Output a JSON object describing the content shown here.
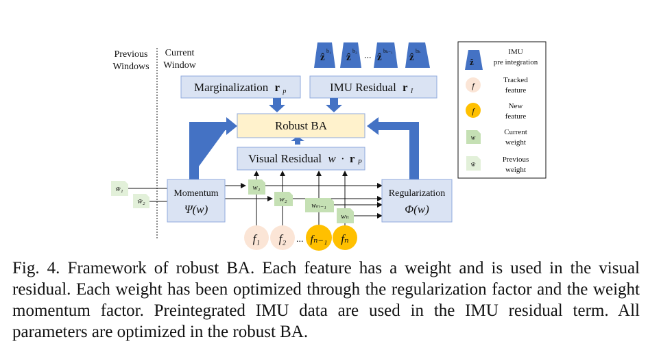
{
  "windows": {
    "previous_line1": "Previous",
    "previous_line2": "Windows",
    "current_line1": "Current",
    "current_line2": "Window"
  },
  "boxes": {
    "marginalization": {
      "label": "Marginalization",
      "math": "r",
      "sub": "p"
    },
    "imu_residual": {
      "label": "IMU Residual",
      "math": "r",
      "sub": "I"
    },
    "robust_ba": "Robust BA",
    "visual_residual": {
      "label": "Visual Residual",
      "math_w": "w",
      "dot": "·",
      "math_r": "r",
      "sub": "P"
    },
    "momentum": {
      "label": "Momentum",
      "math": "Ψ(w)"
    },
    "regularization": {
      "label": "Regularization",
      "math": "Φ(w)"
    }
  },
  "imu_tokens": [
    {
      "base": "ẑ",
      "sup": "b₁",
      "sub": "b₂"
    },
    {
      "base": "ẑ",
      "sup": "b₂",
      "sub": "b₃"
    },
    {
      "base": "ẑ",
      "sup": "bₖ₋₁",
      "sub": "bₖ"
    },
    {
      "base": "ẑ",
      "sup": "bₖ",
      "sub": "bₖ₊₁"
    }
  ],
  "imu_ellipsis": "...",
  "prev_weights": [
    "w̄₁",
    "w̄₂"
  ],
  "current_weights": [
    "w₁",
    "w₂",
    "wₘ₋₁",
    "wₙ"
  ],
  "features": [
    "f₁",
    "f₂",
    "fₙ₋₁",
    "fₙ"
  ],
  "feature_ellipsis": "...",
  "legend": {
    "imu": {
      "line1": "IMU",
      "line2": "pre integration",
      "icon_text": "ẑ"
    },
    "tracked": {
      "line1": "Tracked",
      "line2": "feature",
      "icon_text": "f"
    },
    "new": {
      "line1": "New",
      "line2": "feature",
      "icon_text": "f"
    },
    "current_weight": {
      "line1": "Current",
      "line2": "weight",
      "icon_text": "w"
    },
    "previous_weight": {
      "line1": "Previous",
      "line2": "weight",
      "icon_text": "w̄"
    }
  },
  "caption": "Fig. 4. Framework of robust BA. Each feature has a weight and is used in the visual residual. Each weight has been optimized through the regularization factor and the weight momentum factor. Preintegrated IMU data are used in the IMU residual term. All parameters are optimized in the robust BA.",
  "colors": {
    "box_fill": "#dae3f3",
    "box_stroke": "#8faadc",
    "robust_fill": "#fff2cc",
    "arrow_blue": "#4472c4",
    "tracked_fill": "#fbe5d6",
    "new_fill": "#ffc000",
    "weight_fill": "#c5e0b4",
    "prev_weight_fill": "#e2f0d9"
  }
}
